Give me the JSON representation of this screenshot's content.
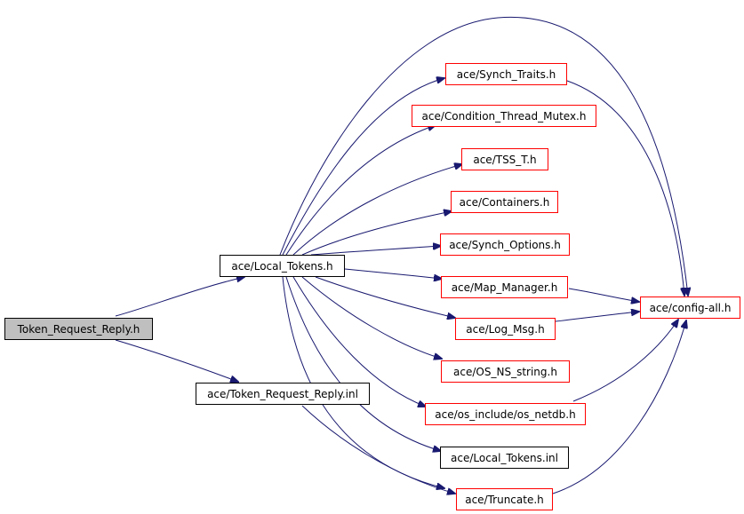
{
  "colors": {
    "edge": "#191970",
    "root_fill": "#bfbfbf",
    "missing_border": "#ff0000",
    "normal_border": "#000000"
  },
  "nodes": {
    "root": "Token_Request_Reply.h",
    "local_tokens_h": "ace/Local_Tokens.h",
    "token_request_reply_inl": "ace/Token_Request_Reply.inl",
    "synch_traits": "ace/Synch_Traits.h",
    "condition_thread_mutex": "ace/Condition_Thread_Mutex.h",
    "tss_t": "ace/TSS_T.h",
    "containers": "ace/Containers.h",
    "synch_options": "ace/Synch_Options.h",
    "map_manager": "ace/Map_Manager.h",
    "log_msg": "ace/Log_Msg.h",
    "os_ns_string": "ace/OS_NS_string.h",
    "os_netdb": "ace/os_include/os_netdb.h",
    "local_tokens_inl": "ace/Local_Tokens.inl",
    "truncate": "ace/Truncate.h",
    "config_all": "ace/config-all.h"
  }
}
